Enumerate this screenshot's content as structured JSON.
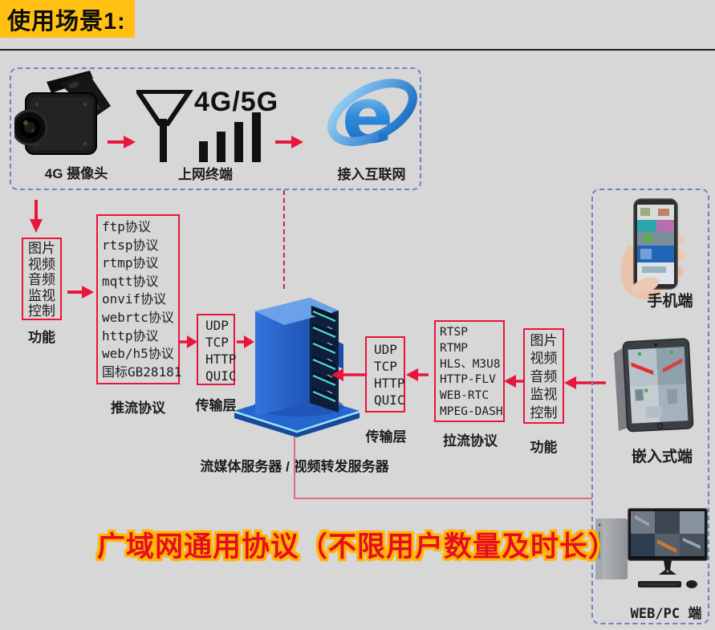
{
  "page": {
    "title": "使用场景1:"
  },
  "top_flow": {
    "camera": {
      "label": "4G 摄像头"
    },
    "terminal": {
      "label": "上网终端",
      "tech": "4G/5G"
    },
    "internet": {
      "label": "接入互联网"
    }
  },
  "push_side": {
    "functions": {
      "label": "功能",
      "items": [
        "图片",
        "视频",
        "音频",
        "监视",
        "控制"
      ]
    },
    "protocols": {
      "label": "推流协议",
      "items": [
        "ftp协议",
        "rtsp协议",
        "rtmp协议",
        "mqtt协议",
        "onvif协议",
        "webrtc协议",
        "http协议",
        "web/h5协议",
        "国标GB28181"
      ]
    },
    "transport": {
      "label": "传输层",
      "items": [
        "UDP",
        "TCP",
        "HTTP",
        "QUIC"
      ]
    }
  },
  "server": {
    "label": "流媒体服务器 / 视频转发服务器"
  },
  "pull_side": {
    "transport": {
      "label": "传输层",
      "items": [
        "UDP",
        "TCP",
        "HTTP",
        "QUIC"
      ]
    },
    "protocols": {
      "label": "拉流协议",
      "items": [
        "RTSP",
        "RTMP",
        "HLS、M3U8",
        "HTTP-FLV",
        "WEB-RTC",
        "MPEG-DASH"
      ]
    },
    "functions": {
      "label": "功能",
      "items": [
        "图片",
        "视频",
        "音频",
        "监视",
        "控制"
      ]
    }
  },
  "clients": {
    "phone": {
      "label": "手机端"
    },
    "embedded": {
      "label": "嵌入式端"
    },
    "pc": {
      "label": "WEB/PC 端"
    }
  },
  "footer": {
    "slogan": "广域网通用协议（不限用户数量及时长）"
  },
  "icons": {
    "arrow": "→",
    "camera": "box-camera",
    "antenna": "signal-antenna-bars",
    "internet": "ie-browser-logo",
    "server": "blue-server-tower",
    "phone": "hand-holding-phone",
    "tablet": "tablet-surveillance",
    "pc": "desktop-computer"
  },
  "colors": {
    "background": "#d7d7d7",
    "title_bg": "#ffc013",
    "accent_red": "#e8153d",
    "dashed_border_blue": "#6b85c4",
    "slogan_red": "#e60d1f",
    "slogan_outline": "#ffb501",
    "server_blue": "#2765cd"
  }
}
